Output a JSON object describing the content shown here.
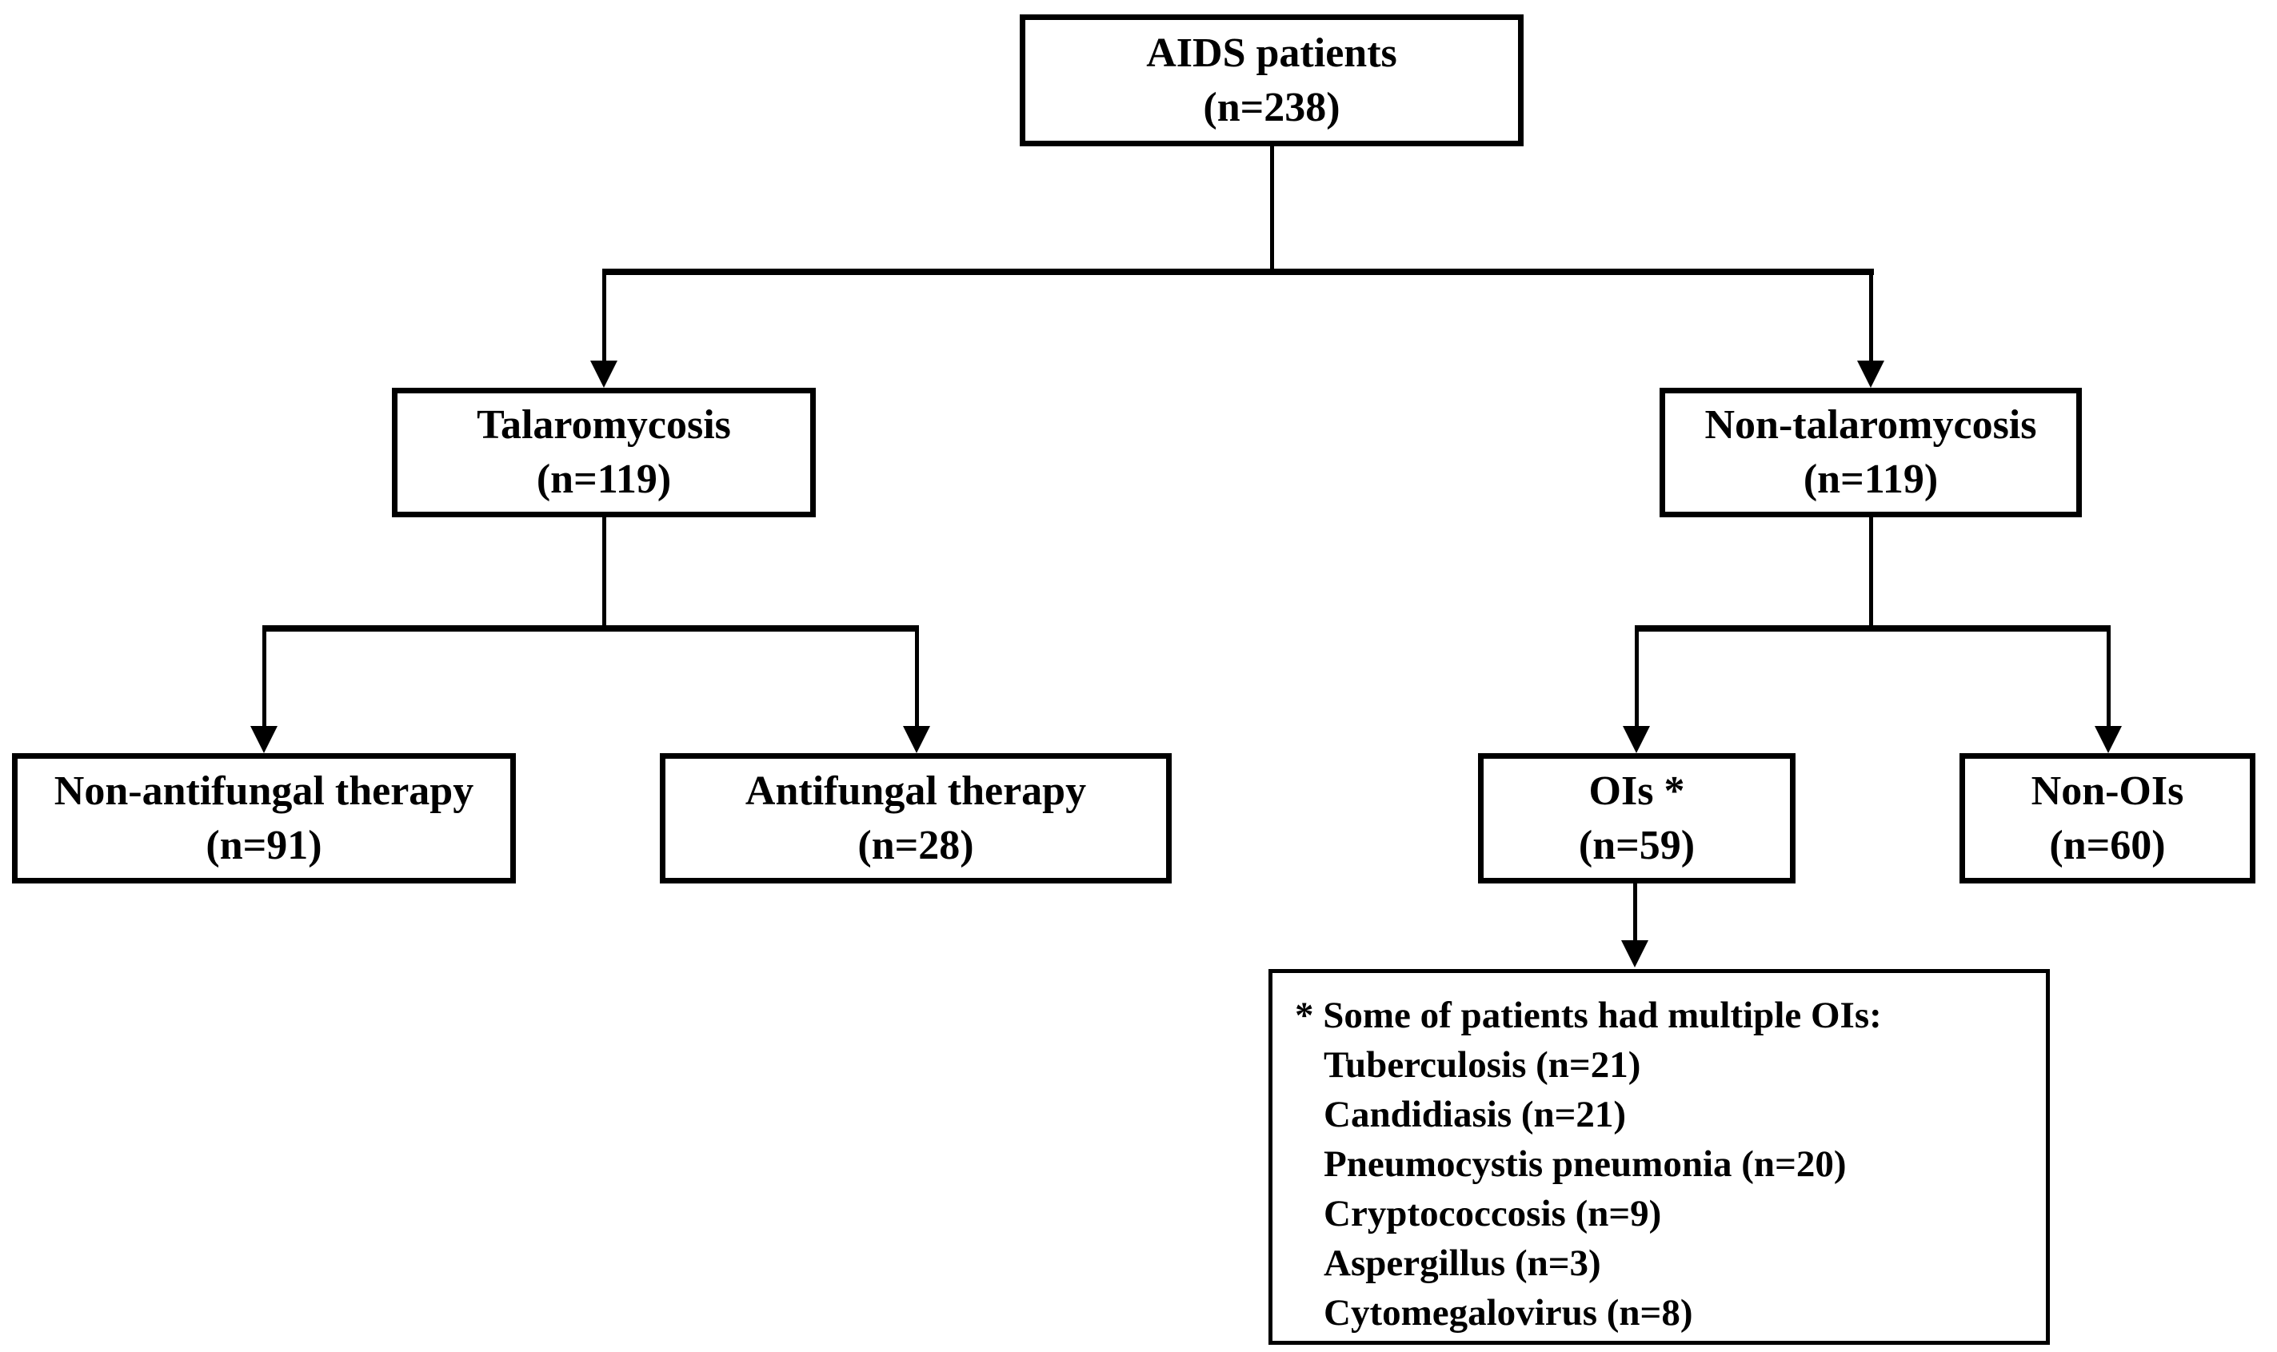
{
  "figure": {
    "background_color": "#ffffff",
    "line_color": "#000000",
    "text_color": "#000000"
  },
  "nodes": {
    "root": {
      "label": "AIDS patients",
      "count": "(n=238)"
    },
    "talaromycosis": {
      "label": "Talaromycosis",
      "count": "(n=119)"
    },
    "non_talaromycosis": {
      "label": "Non-talaromycosis",
      "count": "(n=119)"
    },
    "non_antifungal_therapy": {
      "label": "Non-antifungal therapy",
      "count": "(n=91)"
    },
    "antifungal_therapy": {
      "label": "Antifungal therapy",
      "count": "(n=28)"
    },
    "ois": {
      "label": "OIs *",
      "count": "(n=59)"
    },
    "non_ois": {
      "label": "Non-OIs",
      "count": "(n=60)"
    }
  },
  "note": {
    "title": "* Some of patients had multiple OIs:",
    "items": [
      "Tuberculosis (n=21)",
      "Candidiasis (n=21)",
      "Pneumocystis pneumonia (n=20)",
      "Cryptococcosis (n=9)",
      "Aspergillus (n=3)",
      "Cytomegalovirus (n=8)"
    ]
  }
}
